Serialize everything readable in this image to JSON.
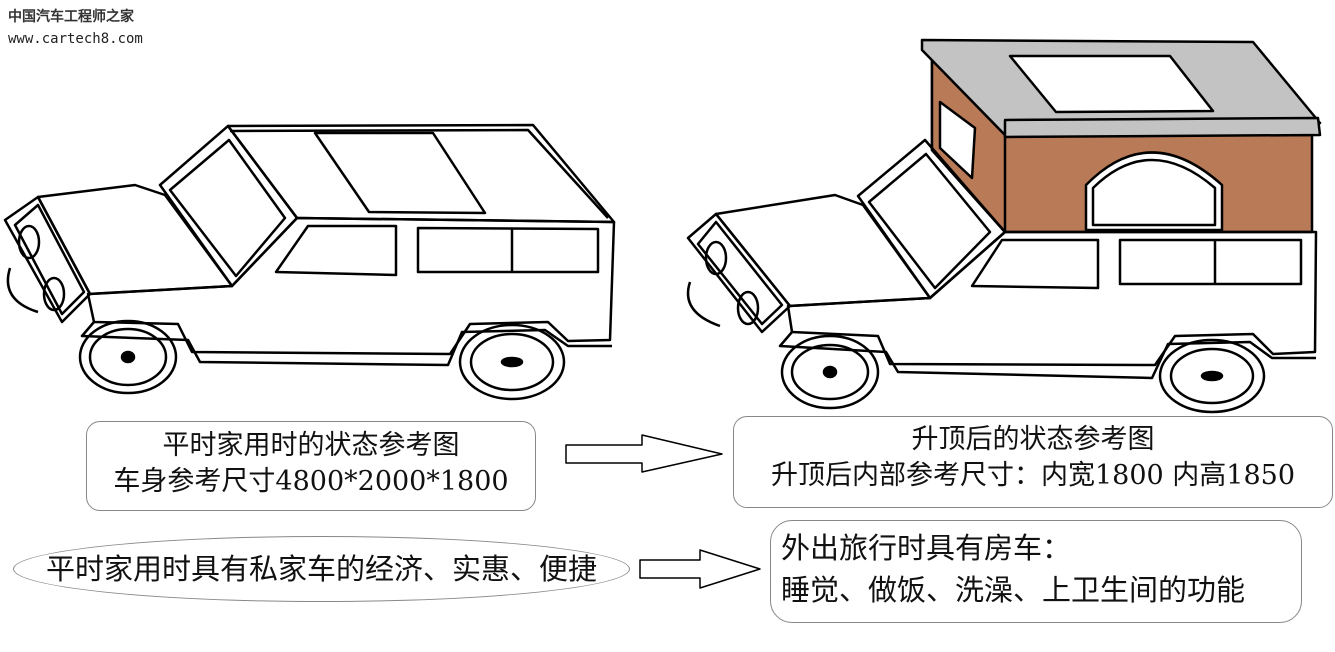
{
  "watermark": {
    "site_name": "中国汽车工程师之家",
    "url": "www.cartech8.com"
  },
  "normal_state": {
    "title": "平时家用时的状态参考图",
    "dimensions": "车身参考尺寸4800*2000*1800"
  },
  "raised_state": {
    "title": "升顶后的状态参考图",
    "dimensions": "升顶后内部参考尺寸：内宽1800  内高1850"
  },
  "benefit": {
    "text": "平时家用时具有私家车的经济、实惠、便捷"
  },
  "travel": {
    "line1": "外出旅行时具有房车：",
    "line2": "睡觉、做饭、洗澡、上卫生间的功能"
  },
  "colors": {
    "roof_body": "#b97a57",
    "roof_top": "#c3c3c3",
    "outline": "#000000"
  }
}
